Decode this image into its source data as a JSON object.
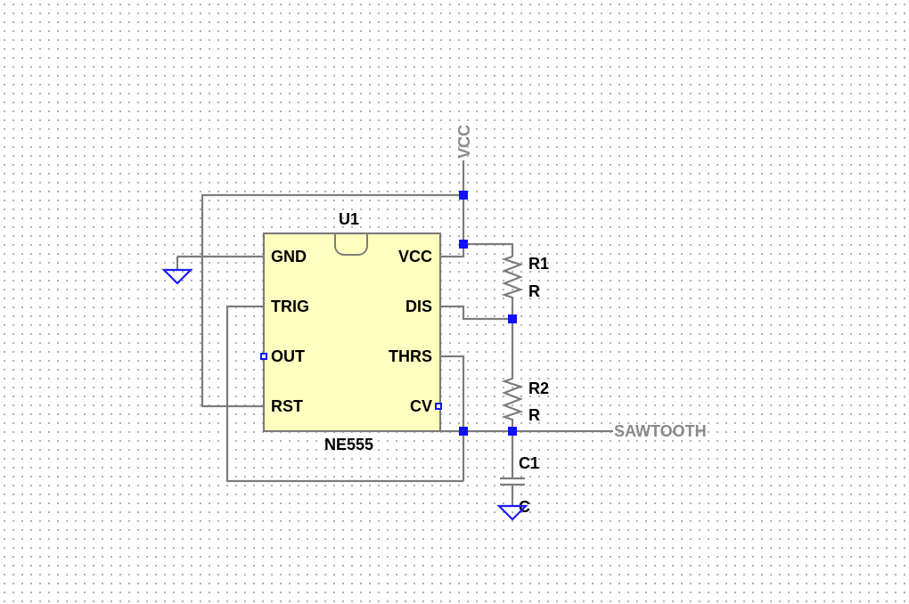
{
  "colors": {
    "wire": "#7c7c7c",
    "chip_fill": "#ffffc0",
    "junction": "#1010ff",
    "net_label": "#8a8a8a",
    "ground_symbol": "#1a1aff"
  },
  "chip": {
    "ref": "U1",
    "part": "NE555",
    "pins_left": [
      "GND",
      "TRIG",
      "OUT",
      "RST"
    ],
    "pins_right": [
      "VCC",
      "DIS",
      "THRS",
      "CV"
    ]
  },
  "components": {
    "r1": {
      "ref": "R1",
      "value": "R"
    },
    "r2": {
      "ref": "R2",
      "value": "R"
    },
    "c1": {
      "ref": "C1",
      "value": "C"
    }
  },
  "nets": {
    "vcc": "VCC",
    "output": "SAWTOOTH"
  }
}
